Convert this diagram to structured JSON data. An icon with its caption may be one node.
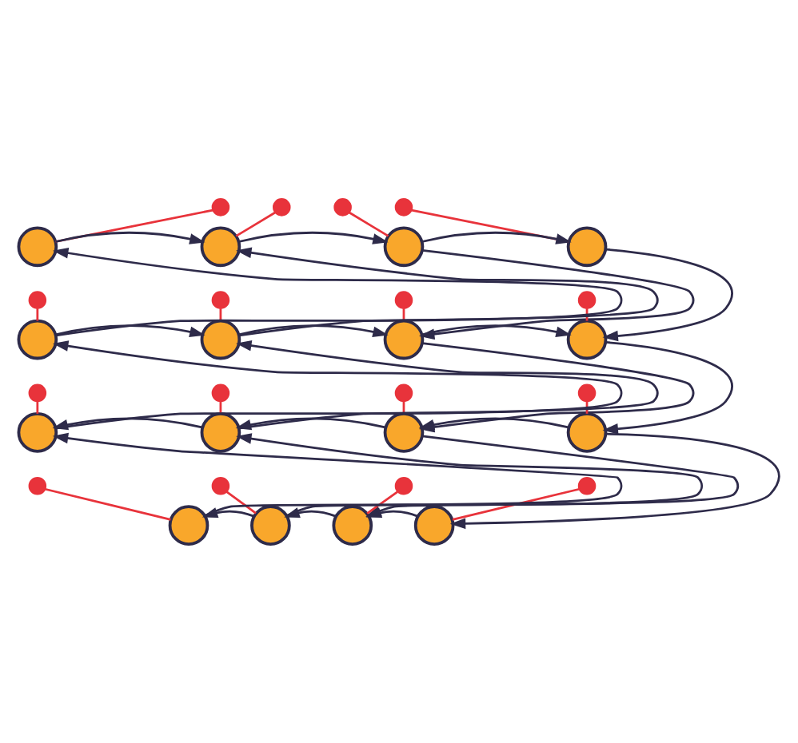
{
  "diagram": {
    "nodes": [
      {
        "text": [],
        "shape": "circle"
      },
      {
        "text": [],
        "shape": "circle"
      },
      {
        "text": [],
        "shape": "circle"
      },
      {
        "text": [],
        "shape": "circle"
      },
      {
        "text": [],
        "shape": "circle"
      },
      {
        "text": [],
        "shape": "circle"
      },
      {
        "text": [],
        "shape": "circle"
      },
      {
        "text": [],
        "shape": "circle"
      },
      {
        "text": [],
        "shape": "circle"
      },
      {
        "text": [],
        "shape": "circle"
      },
      {
        "text": [],
        "shape": "circle"
      },
      {
        "text": [],
        "shape": "circle"
      },
      {
        "text": [],
        "shape": "circle"
      },
      {
        "text": [],
        "shape": "circle"
      },
      {
        "text": [],
        "shape": "circle"
      },
      {
        "text": [],
        "shape": "circle"
      },
      {
        "text": [],
        "shape": "circle"
      },
      {
        "text": [],
        "shape": "circle"
      },
      {
        "text": [],
        "shape": "circle"
      },
      {
        "text": [],
        "shape": "circle"
      },
      {
        "text": [],
        "shape": "circle"
      },
      {
        "text": [],
        "shape": "circle"
      },
      {
        "text": [],
        "shape": "circle"
      },
      {
        "text": [],
        "shape": "circle"
      },
      {
        "text": [],
        "shape": "circle"
      },
      {
        "text": [],
        "shape": "circle"
      },
      {
        "text": [],
        "shape": "circle"
      },
      {
        "text": [],
        "shape": "circle"
      },
      {
        "text": [],
        "shape": "circle"
      },
      {
        "text": [],
        "shape": "circle"
      },
      {
        "text": [],
        "shape": "circle"
      },
      {
        "text": [],
        "shape": "circle"
      }
    ],
    "edges": [
      {
        "from": 0,
        "to": 4,
        "arrow": "none",
        "color": "#e8333b"
      },
      {
        "from": 1,
        "to": 5,
        "arrow": "none",
        "color": "#e8333b"
      },
      {
        "from": 2,
        "to": 6,
        "arrow": "none",
        "color": "#e8333b"
      },
      {
        "from": 3,
        "to": 7,
        "arrow": "none",
        "color": "#e8333b"
      },
      {
        "from": 8,
        "to": 12,
        "arrow": "none",
        "color": "#e8333b"
      },
      {
        "from": 9,
        "to": 13,
        "arrow": "none",
        "color": "#e8333b"
      },
      {
        "from": 10,
        "to": 14,
        "arrow": "none",
        "color": "#e8333b"
      },
      {
        "from": 11,
        "to": 15,
        "arrow": "none",
        "color": "#e8333b"
      },
      {
        "from": 16,
        "to": 20,
        "arrow": "none",
        "color": "#e8333b"
      },
      {
        "from": 17,
        "to": 21,
        "arrow": "none",
        "color": "#e8333b"
      },
      {
        "from": 18,
        "to": 22,
        "arrow": "none",
        "color": "#e8333b"
      },
      {
        "from": 19,
        "to": 23,
        "arrow": "none",
        "color": "#e8333b"
      },
      {
        "from": 24,
        "to": 28,
        "arrow": "none",
        "color": "#e8333b"
      },
      {
        "from": 25,
        "to": 29,
        "arrow": "none",
        "color": "#e8333b"
      },
      {
        "from": 26,
        "to": 30,
        "arrow": "none",
        "color": "#e8333b"
      },
      {
        "from": 27,
        "to": 31,
        "arrow": "none",
        "color": "#e8333b"
      },
      {
        "from": 4,
        "to": 5,
        "arrow": "to"
      },
      {
        "from": 5,
        "to": 6,
        "arrow": "to"
      },
      {
        "from": 6,
        "to": 7,
        "arrow": "to"
      },
      {
        "from": 12,
        "to": 13,
        "arrow": "to"
      },
      {
        "from": 13,
        "to": 14,
        "arrow": "to"
      },
      {
        "from": 14,
        "to": 15,
        "arrow": "to"
      },
      {
        "from": 21,
        "to": 20,
        "arrow": "to"
      },
      {
        "from": 22,
        "to": 21,
        "arrow": "to"
      },
      {
        "from": 23,
        "to": 22,
        "arrow": "to"
      },
      {
        "from": 29,
        "to": 28,
        "arrow": "to"
      },
      {
        "from": 30,
        "to": 29,
        "arrow": "to"
      },
      {
        "from": 31,
        "to": 30,
        "arrow": "to"
      },
      {
        "from": 12,
        "to": 4,
        "arrow": "to"
      },
      {
        "from": 20,
        "to": 12,
        "arrow": "to"
      },
      {
        "from": 28,
        "to": 20,
        "arrow": "to"
      },
      {
        "from": 13,
        "to": 5,
        "arrow": "to"
      },
      {
        "from": 21,
        "to": 13,
        "arrow": "to"
      },
      {
        "from": 29,
        "to": 21,
        "arrow": "to"
      },
      {
        "from": 6,
        "to": 14,
        "arrow": "to"
      },
      {
        "from": 14,
        "to": 22,
        "arrow": "to"
      },
      {
        "from": 22,
        "to": 30,
        "arrow": "to"
      },
      {
        "from": 7,
        "to": 15,
        "arrow": "to"
      },
      {
        "from": 15,
        "to": 23,
        "arrow": "to"
      },
      {
        "from": 23,
        "to": 31,
        "arrow": "to"
      }
    ]
  }
}
